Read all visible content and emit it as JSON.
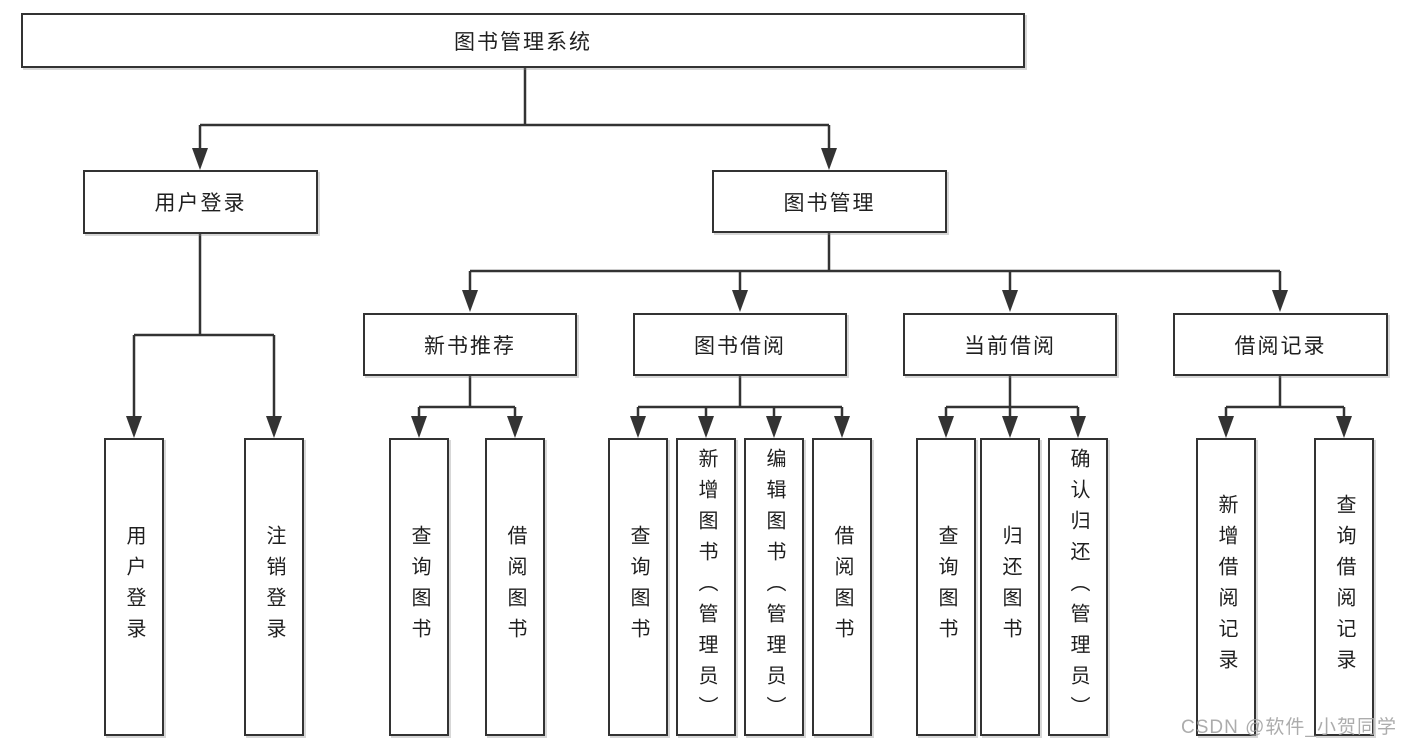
{
  "diagram": {
    "root": {
      "label": "图书管理系统"
    },
    "branches": [
      {
        "label": "用户登录",
        "leaves": [
          "用户登录",
          "注销登录"
        ]
      },
      {
        "label": "图书管理",
        "groups": [
          {
            "label": "新书推荐",
            "leaves": [
              "查询图书",
              "借阅图书"
            ]
          },
          {
            "label": "图书借阅",
            "leaves": [
              "查询图书",
              "新增图书（管理员）",
              "编辑图书（管理员）",
              "借阅图书"
            ]
          },
          {
            "label": "当前借阅",
            "leaves": [
              "查询图书",
              "归还图书",
              "确认归还（管理员）"
            ]
          },
          {
            "label": "借阅记录",
            "leaves": [
              "新增借阅记录",
              "查询借阅记录"
            ]
          }
        ]
      }
    ],
    "watermark": "CSDN @软件_小贺同学",
    "colors": {
      "line": "#333333",
      "border": "#333333",
      "text": "#1f1f1f",
      "watermark": "#a4a4a4",
      "background": "#ffffff"
    }
  }
}
